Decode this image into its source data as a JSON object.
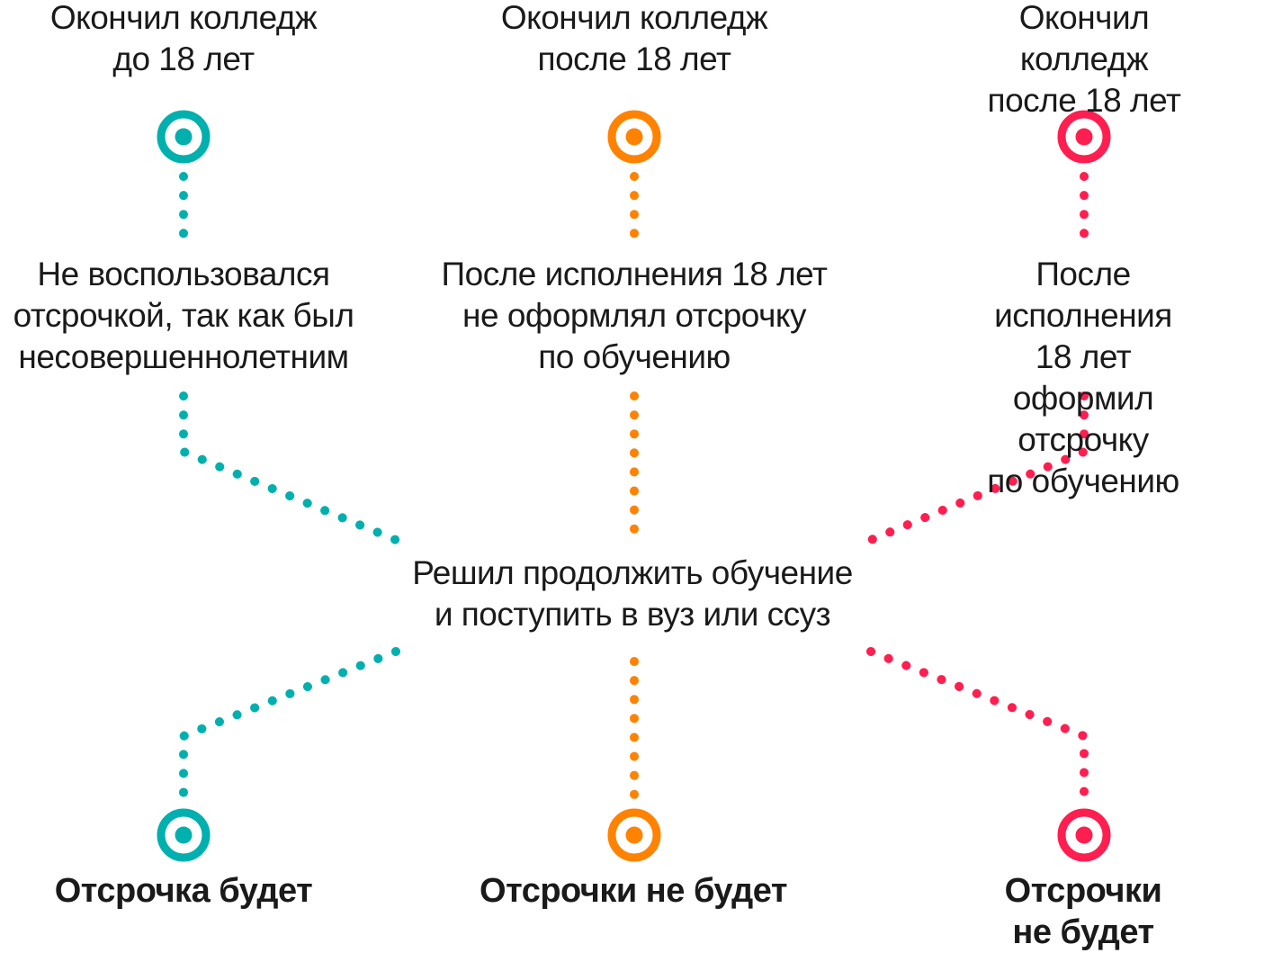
{
  "colors": {
    "teal": "#00b0ae",
    "orange": "#ff8200",
    "red": "#ff1e50"
  },
  "branches": [
    {
      "color": "teal",
      "start": "Окончил колледж\nдо 18 лет",
      "condition": "Не воспользовался\nотсрочкой, так как был\nнесовершеннолетним",
      "outcome": "Отсрочка будет"
    },
    {
      "color": "orange",
      "start": "Окончил колледж\nпосле 18 лет",
      "condition": "После исполнения 18 лет\nне оформлял отсрочку\nпо обучению",
      "outcome": "Отсрочки не будет"
    },
    {
      "color": "red",
      "start": "Окончил колледж\nпосле 18 лет",
      "condition": "После исполнения 18 лет\nоформил отсрочку\nпо обучению",
      "outcome": "Отсрочки не будет"
    }
  ],
  "center": {
    "text": "Решил продолжить обучение\nи поступить в вуз или ссуз"
  }
}
